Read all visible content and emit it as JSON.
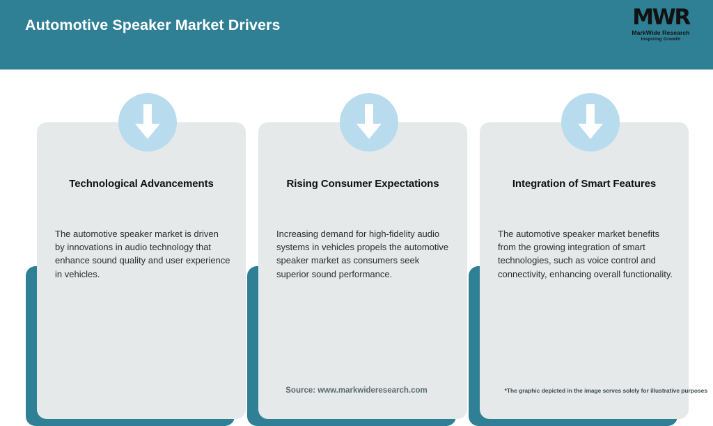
{
  "header": {
    "title": "Automotive Speaker Market Drivers",
    "accent_color": "#2f7f95",
    "logo": {
      "mark": "MWR",
      "name": "MarkWide Research",
      "tagline": "Inspiring Growth"
    }
  },
  "cards": [
    {
      "icon": "down-arrow-icon",
      "heading": "Technological Advancements",
      "body": "The automotive speaker market is driven by innovations in audio technology that enhance sound quality and user experience in vehicles."
    },
    {
      "icon": "down-arrow-icon",
      "heading": "Rising Consumer Expectations",
      "body": "Increasing demand for high-fidelity audio systems in vehicles propels the automotive speaker market as consumers seek superior sound performance."
    },
    {
      "icon": "down-arrow-icon",
      "heading": "Integration of Smart Features",
      "body": "The automotive speaker market benefits from the growing integration of smart technologies, such as voice control and connectivity, enhancing overall functionality."
    }
  ],
  "footer": {
    "source": "Source: www.markwideresearch.com",
    "note": "*The graphic depicted in the image serves solely for illustrative purposes"
  },
  "colors": {
    "teal": "#2f7f95",
    "card_bg": "#e5e9ea",
    "icon_circle": "#b8dced",
    "page_bg": "#ffffff"
  }
}
